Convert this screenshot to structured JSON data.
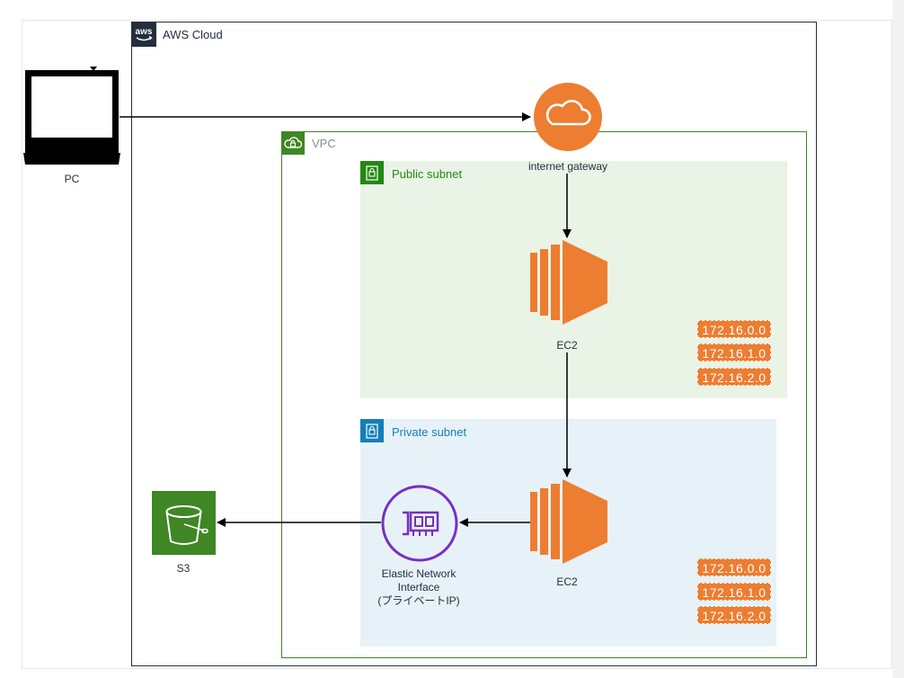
{
  "aws_cloud": {
    "title": "AWS Cloud",
    "logo_text": "aws"
  },
  "pc": {
    "label": "PC",
    "icon": "desktop-computer-icon"
  },
  "internet_gateway": {
    "label": "internet gateway",
    "icon": "cloud-icon"
  },
  "vpc": {
    "title": "VPC",
    "icon": "cloud-lock-icon"
  },
  "public_subnet": {
    "title": "Public subnet",
    "ec2_label": "EC2",
    "ips": [
      "172.16.0.0",
      "172.16.1.0",
      "172.16.2.0"
    ]
  },
  "private_subnet": {
    "title": "Private subnet",
    "ec2_label": "EC2",
    "ips": [
      "172.16.0.0",
      "172.16.1.0",
      "172.16.2.0"
    ]
  },
  "eni": {
    "label_line1": "Elastic Network",
    "label_line2": "Interface",
    "label_line3": "(プライベートIP)"
  },
  "s3": {
    "label": "S3",
    "icon": "bucket-icon"
  },
  "colors": {
    "aws_border": "#232f3e",
    "vpc_green": "#3f8624",
    "public_bg": "#e9f3e6",
    "private_bg": "#e6f2f8",
    "ec2_orange": "#ed7d31",
    "eni_purple": "#7b2fbf",
    "s3_green": "#3f8624"
  }
}
